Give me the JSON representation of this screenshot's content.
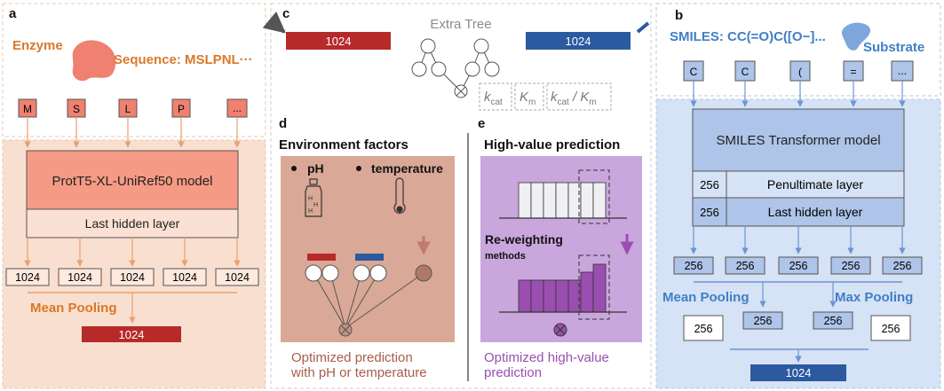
{
  "colors": {
    "enzyme": "#f08070",
    "orange_text": "#d9782a",
    "peach_bg": "#f9dfcf",
    "model_red": "#f59a85",
    "dark_red": "#b72a2a",
    "dark_blue": "#2b5aa0",
    "blue_text": "#3f7fc6",
    "blue_bg": "#d6e2f5",
    "blue_box": "#aec4e8",
    "gray_text": "#8c8c8c",
    "mauve": "#9a5a4a",
    "mauve_bg": "#d9a896",
    "purple": "#9a4fb0",
    "purple_bg": "#c9a6dc"
  },
  "panel_a": {
    "letter": "a",
    "enzyme_label": "Enzyme",
    "sequence_label": "Sequence: MSLPNL···",
    "residues": [
      "M",
      "S",
      "L",
      "P",
      "..."
    ],
    "model_label": "ProtT5-XL-UniRef50 model",
    "hidden_label": "Last hidden layer",
    "features": [
      "1024",
      "1024",
      "1024",
      "1024",
      "1024"
    ],
    "pooling_label": "Mean Pooling",
    "output": "1024"
  },
  "panel_b": {
    "letter": "b",
    "smiles_label": "SMILES: CC(=O)C([O−]...",
    "substrate_label": "Substrate",
    "tokens": [
      "C",
      "C",
      "(",
      "=",
      "..."
    ],
    "model_label": "SMILES Transformer model",
    "penultimate_dim": "256",
    "penultimate_label": "Penultimate layer",
    "last_dim": "256",
    "last_label": "Last hidden layer",
    "features": [
      "256",
      "256",
      "256",
      "256",
      "256"
    ],
    "mean_pool_label": "Mean Pooling",
    "max_pool_label": "Max Pooling",
    "pooled": [
      "256",
      "256",
      "256",
      "256"
    ],
    "output": "1024"
  },
  "panel_c": {
    "letter": "c",
    "title": "Extra Tree",
    "left_vector": "1024",
    "right_vector": "1024",
    "targets": [
      {
        "main": "k",
        "sub": "cat",
        "rest": ""
      },
      {
        "main": "K",
        "sub": "m",
        "rest": ""
      },
      {
        "main": "k",
        "sub": "cat",
        "rest": " / K",
        "rest_sub": "m"
      }
    ]
  },
  "panel_d": {
    "letter": "d",
    "title": "Environment factors",
    "ph_label": "pH",
    "temp_label": "temperature",
    "caption_1": "Optimized prediction",
    "caption_2": "with pH or temperature"
  },
  "panel_e": {
    "letter": "e",
    "title": "High-value prediction",
    "reweight_1": "Re-weighting",
    "reweight_2": "methods",
    "caption_1": "Optimized high-value",
    "caption_2": "prediction",
    "top_hist": [
      0.8,
      0.8,
      0.8,
      0.8,
      0.8,
      0.8,
      0.8
    ],
    "bottom_hist": [
      0.6,
      0.6,
      0.6,
      0.6,
      0.6,
      0.75,
      0.9
    ]
  }
}
